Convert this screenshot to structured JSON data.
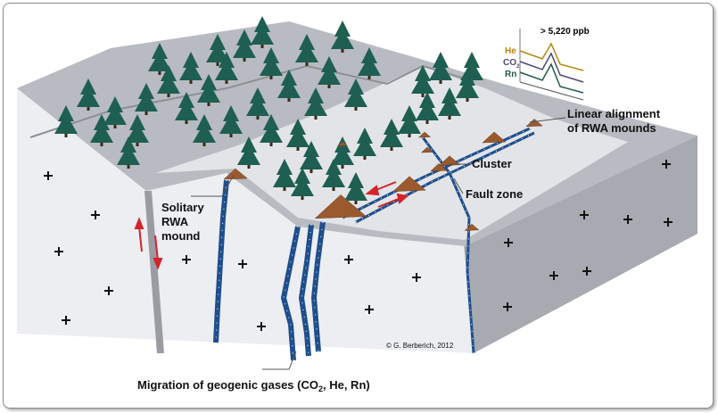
{
  "labels": {
    "linear_alignment_line1": "Linear alignment",
    "linear_alignment_line2": "of RWA mounds",
    "cluster": "Cluster",
    "fault_zone": "Fault zone",
    "solitary_line1": "Solitary",
    "solitary_line2": "RWA",
    "solitary_line3": "mound",
    "migration_prefix": "Migration of geogenic gases (CO",
    "migration_sub": "2",
    "migration_suffix": ", He, Rn)",
    "copyright": "© G. Berberich, 2012"
  },
  "gas_graph": {
    "peak_label": "> 5,220 ppb",
    "series": [
      {
        "name": "He",
        "color": "#b8860b"
      },
      {
        "name": "CO",
        "sub": "2",
        "color": "#4a4a78"
      },
      {
        "name": "Rn",
        "color": "#1f5a4a"
      }
    ]
  },
  "colors": {
    "fracture": "#1f4e8c",
    "mound": "#9a5a2e",
    "tree": "#1e5f52",
    "arrow": "#d4232a"
  }
}
